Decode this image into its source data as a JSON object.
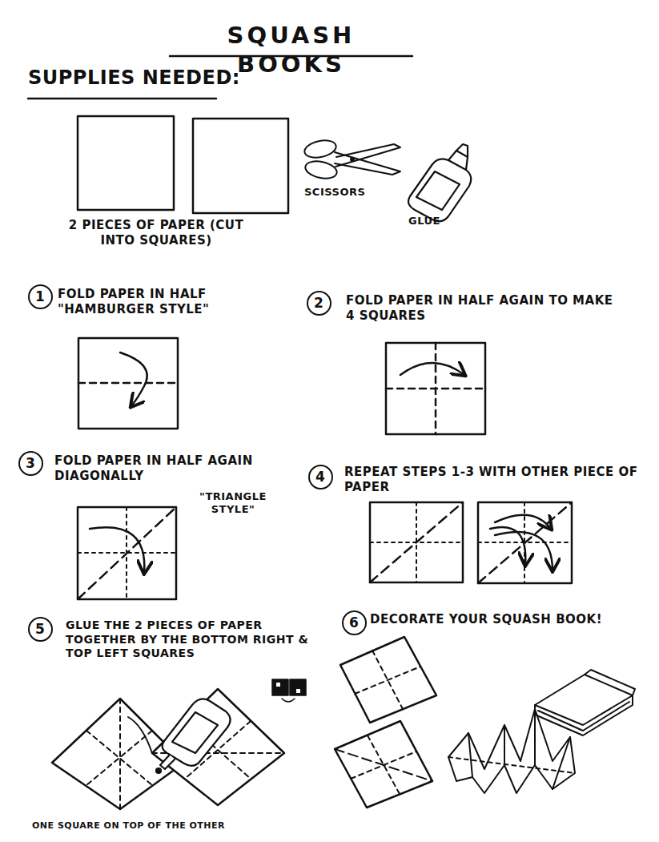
{
  "diagram": {
    "title": "SQUASH BOOKS",
    "nodes": [
      {
        "text": [
          "1"
        ]
      },
      {
        "text": [
          "2"
        ]
      },
      {
        "text": [
          "3"
        ]
      },
      {
        "text": [
          "4"
        ]
      },
      {
        "text": [
          "5"
        ]
      },
      {
        "text": [
          "6"
        ]
      }
    ],
    "labels": [
      "SUPPLIES NEEDED:",
      "SCISSORS",
      "GLUE",
      "2 PIECES OF PAPER (CUT INTO SQUARES)",
      "FOLD PAPER IN HALF \"HAMBURGER STYLE\"",
      "FOLD PAPER IN HALF AGAIN TO MAKE 4 SQUARES",
      "FOLD PAPER IN HALF AGAIN DIAGONALLY",
      "\"TRIANGLE STYLE\"",
      "REPEAT STEPS 1-3 WITH OTHER PIECE OF PAPER",
      "GLUE THE 2 PIECES OF PAPER TOGETHER BY THE BOTTOM RIGHT & TOP LEFT SQUARES",
      "DECORATE YOUR SQUASH BOOK!",
      "ONE SQUARE ON TOP OF THE OTHER"
    ]
  }
}
